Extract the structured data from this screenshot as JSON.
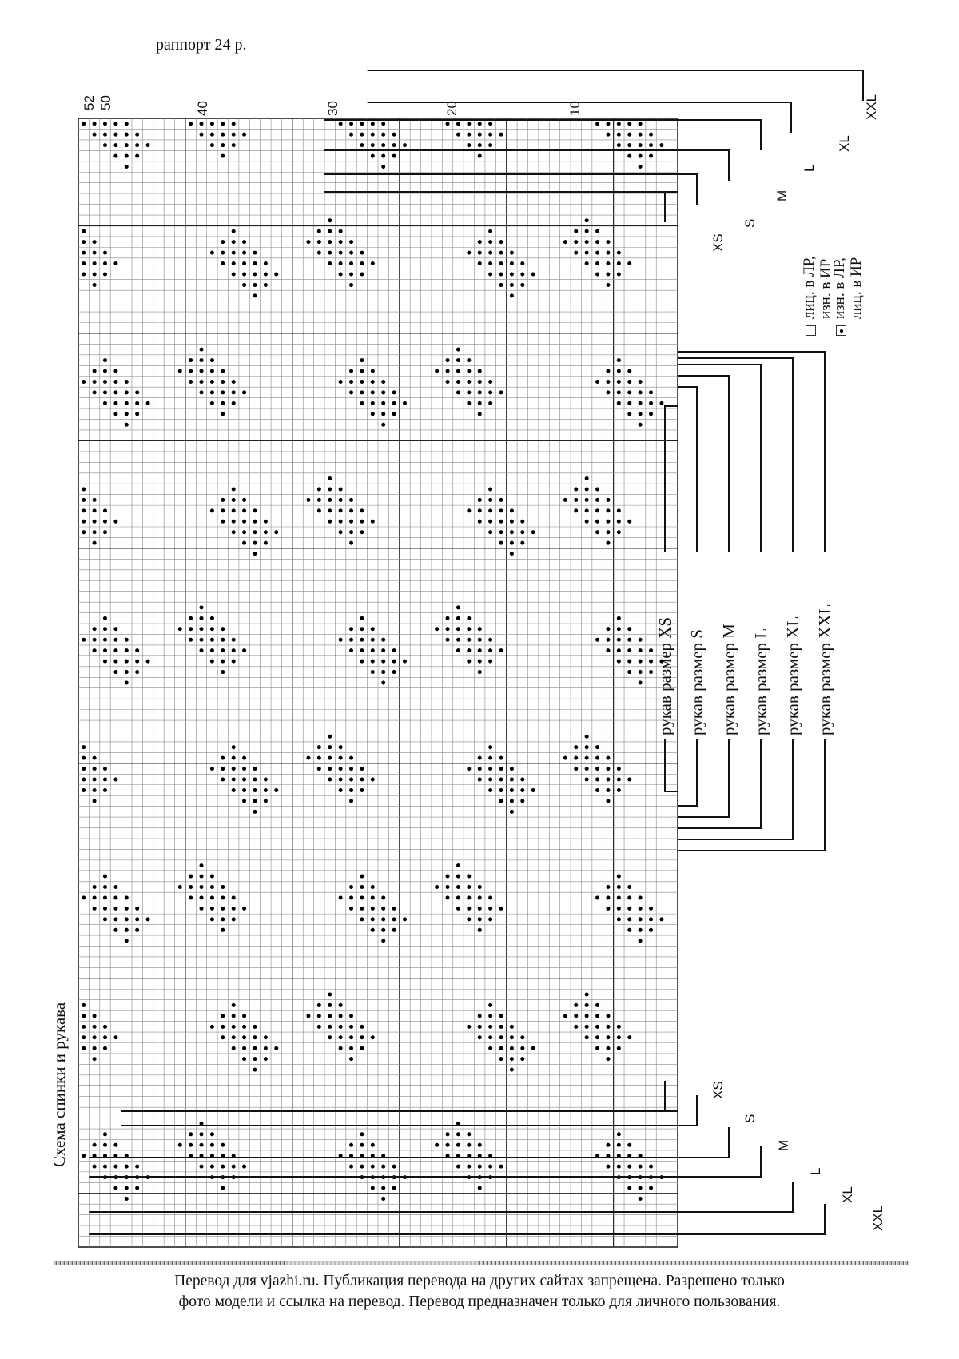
{
  "chart": {
    "title": "Схема спинки и рукава",
    "rapport_label": "раппорт 24 р.",
    "column_numbers": [
      "52",
      "50",
      "40",
      "30",
      "20",
      "10"
    ],
    "top_sizes": [
      "XXL",
      "XL",
      "L",
      "M",
      "S",
      "XS"
    ],
    "bottom_sizes": [
      "XS",
      "S",
      "M",
      "L",
      "XL",
      "XXL"
    ],
    "sleeve_labels": [
      "рукав размер XS",
      "рукав размер S",
      "рукав размер M",
      "рукав размер L",
      "рукав размер XL",
      "рукав размер XXL"
    ],
    "legend": [
      {
        "symbol": "empty-square",
        "text_lines": [
          "лиц. в ЛР,",
          "изн. в ИР"
        ]
      },
      {
        "symbol": "dot-square",
        "text_lines": [
          "изн. в ЛР,",
          "лиц. в ИР"
        ]
      }
    ]
  },
  "footer": {
    "lines": [
      "Перевод для vjazhi.ru. Публикация перевода на других сайтах запрещена. Разрешено только",
      "фото модели и ссылка на перевод.  Перевод предназначен только для личного пользования."
    ]
  },
  "colors": {
    "ink": "#111111",
    "grid": "#555555",
    "paper": "#ffffff"
  }
}
